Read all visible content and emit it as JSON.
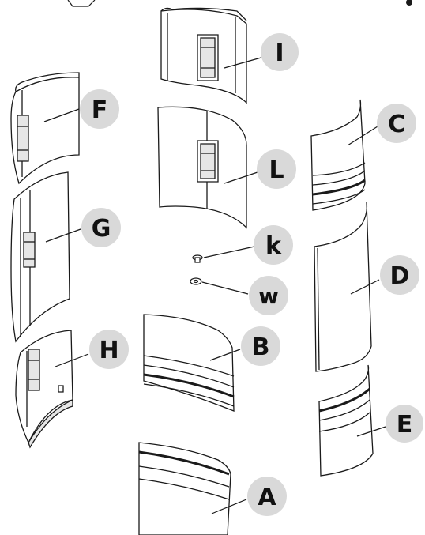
{
  "diagram": {
    "labels": {
      "I": "I",
      "F": "F",
      "C": "C",
      "L": "L",
      "G": "G",
      "k": "k",
      "D": "D",
      "w": "w",
      "H": "H",
      "B": "B",
      "E": "E",
      "A": "A"
    },
    "colors": {
      "line": "#1a1a1a",
      "callout_bg": "#d9d9d9",
      "callout_text": "#111111",
      "part_fill": "#ffffff",
      "shade": "#e6e6e6"
    }
  }
}
